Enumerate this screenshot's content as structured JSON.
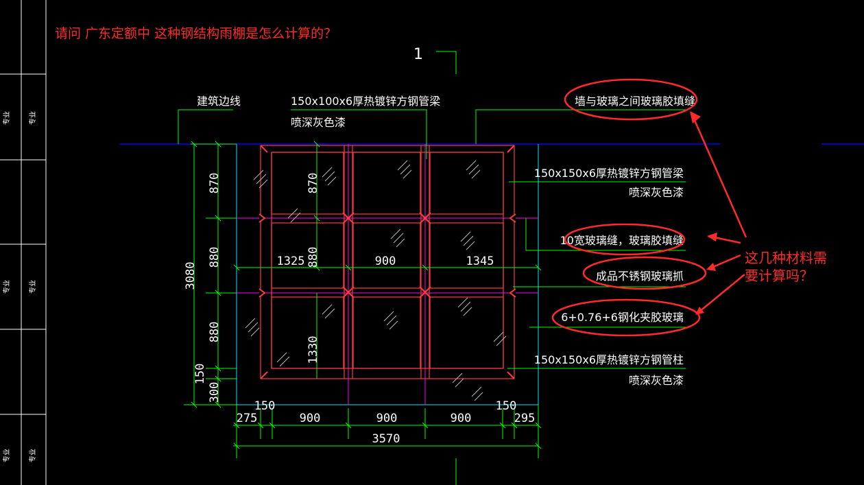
{
  "question": "请问 广东定额中 这种钢结构雨棚是怎么计算的？",
  "section_mark": "1",
  "side_labels": [
    "专业",
    "专业",
    "专业",
    "专业",
    "专业",
    "专业"
  ],
  "callouts": {
    "building_edge": "建筑边线",
    "beam_top_line1": "150x100x6厚热镀锌方钢管梁",
    "beam_top_line2": "喷深灰色漆",
    "wall_seal": "墙与玻璃之间玻璃胶填缝",
    "beam_right_line1": "150x150x6厚热镀锌方钢管梁",
    "beam_right_line2": "喷深灰色漆",
    "glass_gap": "10宽玻璃缝，玻璃胶填缝",
    "glass_clip": "成品不锈钢玻璃抓",
    "glass": "6+0.76+6钢化夹胶玻璃",
    "column_line1": "150x150x6厚热镀锌方钢管柱",
    "column_line2": "喷深灰色漆"
  },
  "annotation": {
    "line1": "这几种材料需",
    "line2": "要计算吗？"
  },
  "dims": {
    "left_870": "870",
    "left_880a": "880",
    "left_880b": "880",
    "left_150": "150",
    "left_300": "300",
    "left_total": "3080",
    "inner_870": "870",
    "inner_880": "880",
    "inner_1330": "1330",
    "row_1325": "1325",
    "row_900": "900",
    "row_1345": "1345",
    "bottom_150a": "150",
    "bottom_150b": "150",
    "bottom_275": "275",
    "bottom_900a": "900",
    "bottom_900b": "900",
    "bottom_900c": "900",
    "bottom_295": "295",
    "bottom_total": "3570"
  },
  "colors": {
    "annotation_red": "#ff2a2a",
    "cad_green": "#00ff00",
    "cad_red": "#ff3b3b",
    "cad_blue": "#0000ff",
    "cad_cyan": "#00e5ff",
    "cad_magenta": "#ff00ff"
  }
}
